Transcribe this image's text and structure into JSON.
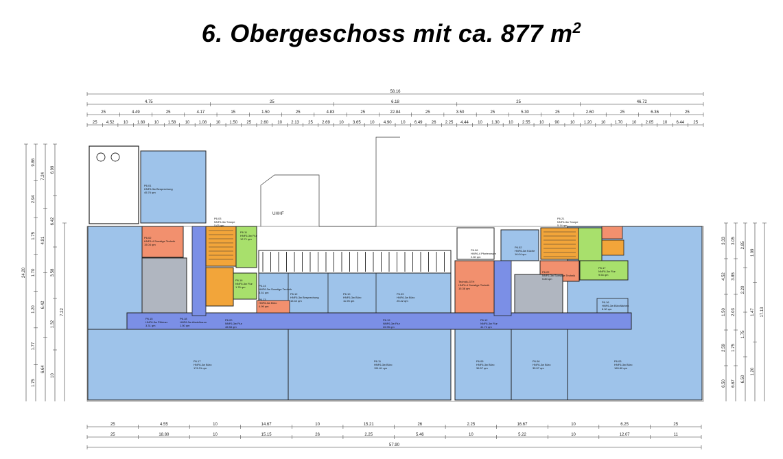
{
  "title": "6. Obergeschoss mit ca. 877 m",
  "title_sup": "2",
  "colors": {
    "office": "#9ec3ea",
    "corridor": "#7b8fe6",
    "stair": "#f2a53a",
    "wc": "#b0b6c0",
    "technik": "#f2906e",
    "flur": "#a8e06c",
    "wall": "#222222",
    "dim": "#333333"
  },
  "top_dims": {
    "row1": [
      "58.16"
    ],
    "row2": [
      "4.75",
      "25",
      "6.18",
      "25",
      "46.72"
    ],
    "row3": [
      "25",
      "4.49",
      "25",
      "4.17",
      "15",
      "1.50",
      "25",
      "4.83",
      "25",
      "22.84",
      "25",
      "3.50",
      "25",
      "5.30",
      "25",
      "2.60",
      "25",
      "6.36",
      "25"
    ],
    "row4": [
      "25",
      "4.52",
      "10",
      "1.80",
      "10",
      "1.58",
      "10",
      "1.08",
      "10",
      "1.50",
      "25",
      "2.60",
      "10",
      "2.13",
      "25",
      "2.69",
      "10",
      "3.65",
      "10",
      "4.90",
      "10",
      "6.49",
      "26",
      "2.25",
      "4.44",
      "10",
      "1.30",
      "10",
      "2.55",
      "10",
      "90",
      "10",
      "1.20",
      "10",
      "1.70",
      "10",
      "2.05",
      "10",
      "6.44",
      "25"
    ]
  },
  "bottom_dims": {
    "row1": [
      "25",
      "4.55",
      "10",
      "14.67",
      "10",
      "15.21",
      "26",
      "2.25",
      "16.67",
      "10",
      "6.25",
      "25"
    ],
    "row2": [
      "25",
      "18.80",
      "10",
      "15.15",
      "26",
      "2.25",
      "5.46",
      "10",
      "5.22",
      "10",
      "12.07",
      "11"
    ],
    "row3": [
      "57.90"
    ]
  },
  "left_dims": [
    "7.24",
    "6.99",
    "7.22",
    "24.20",
    "9.86",
    "2.94",
    "1.75",
    "1.70",
    "1.20",
    "1.77",
    "1.75",
    "4.91",
    "6.42",
    "6.64",
    "6.42",
    "3.58",
    "1.32",
    "10"
  ],
  "right_dims": [
    "3.33",
    "3.05",
    "2.85",
    "1.09",
    "1.47",
    "3.85",
    "4.52",
    "1.50",
    "2.59",
    "2.03",
    "1.75",
    "2.20",
    "1.75",
    "6.50",
    "6.67",
    "6.50",
    "17.13",
    "1.20"
  ],
  "labels": {
    "uhhf": "UHHF"
  },
  "rooms": [
    {
      "code": "P6.01",
      "use": "HNF6-3w Besprechung",
      "area": "45.76 qm"
    },
    {
      "code": "P6.02",
      "use": "HNF6-4 Sonstige Technik",
      "area": "15.04 qm"
    },
    {
      "code": "P6.03",
      "use": "NNF6-3w Tranpe",
      "area": "5.05 qm"
    },
    {
      "code": "P6.11",
      "use": "HNF6-3w Flur",
      "area": "12.71 qm"
    },
    {
      "code": "P6.16",
      "use": "NNF6-3w Flur",
      "area": "1.76 qm"
    },
    {
      "code": "P6.14",
      "use": "NNF6-3w Sonstige Technik",
      "area": "3.51 qm"
    },
    {
      "code": "P6.13",
      "use": "HNF6-3w Büro",
      "area": "4.99 qm"
    },
    {
      "code": "P6.12",
      "use": "HNF6-3w Besprechung",
      "area": "15.42 qm"
    },
    {
      "code": "P6.10",
      "use": "HNF6-3w Büro",
      "area": "11.95 qm"
    },
    {
      "code": "P6.09",
      "use": "HNF6-3w Büro",
      "area": "25.42 qm"
    },
    {
      "code": "P6.15",
      "use": "HNF6-3w Pförtner",
      "area": "3.31 qm"
    },
    {
      "code": "P6.18",
      "use": "HNF6-3w Abstellraum",
      "area": "1.50 qm"
    },
    {
      "code": "P6.20",
      "use": "NNF6-3w Flur",
      "area": "46.58 qm"
    },
    {
      "code": "P6.19",
      "use": "NNF6-3w Flur",
      "area": "26.95 qm"
    },
    {
      "code": "P6.17",
      "use": "HNF6-3w Büro",
      "area": "176.31 qm"
    },
    {
      "code": "P6.11",
      "use": "HNF6-3w Büro",
      "area": "151.61 qm"
    },
    {
      "code": "P6.06",
      "use": "HNF6-4 Pfortenraum",
      "area": "2.60 qm"
    },
    {
      "code": "Technik-GTH",
      "use": "HNF6-4 Sonstige Technik",
      "area": "15.36 qm"
    },
    {
      "code": "P6.02",
      "use": "HNF6-3w Küche",
      "area": "16.04 qm"
    },
    {
      "code": "P6.21",
      "use": "NNF6-3w Tranpe",
      "area": "5.14 qm"
    },
    {
      "code": "P6.22",
      "use": "NNF6-3w Sonstige Technik",
      "area": "5.80 qm"
    },
    {
      "code": "P6.17",
      "use": "NNF6-3w Flur",
      "area": "9.54 qm"
    },
    {
      "code": "P6.16",
      "use": "HNF6-3w Büroflächen",
      "area": "8.00 qm"
    },
    {
      "code": "P6.05",
      "use": "HNF6-3w Büro",
      "area": "36.57 qm"
    },
    {
      "code": "P6.06",
      "use": "HNF6-3w Büro",
      "area": "35.57 qm"
    },
    {
      "code": "P6.03",
      "use": "HNF6-3w Büro",
      "area": "165.80 qm"
    },
    {
      "code": "P6.12",
      "use": "NNF6-3w Flur",
      "area": "41.74 qm"
    }
  ]
}
